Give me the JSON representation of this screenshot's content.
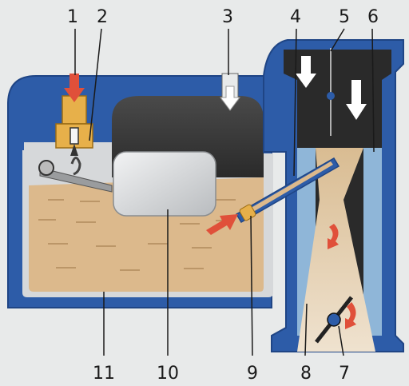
{
  "diagram": {
    "callouts_top": [
      "1",
      "2",
      "3",
      "4",
      "5",
      "6"
    ],
    "callouts_bottom": [
      "11",
      "10",
      "9",
      "8",
      "7"
    ]
  },
  "colors": {
    "body_blue": "#2d5ca8",
    "body_blue_dark": "#1f4585",
    "fuel": "#dcb98c",
    "fuel_line": "#b08a5c",
    "float": "#d5d7d9",
    "air_chamber": "#3a3a3a",
    "throat": "#e7d7bf",
    "light_blue": "#8fb6d8",
    "valve_gold": "#e7b04a",
    "arrow_red": "#e0503a",
    "arrow_white": "#ffffff"
  }
}
